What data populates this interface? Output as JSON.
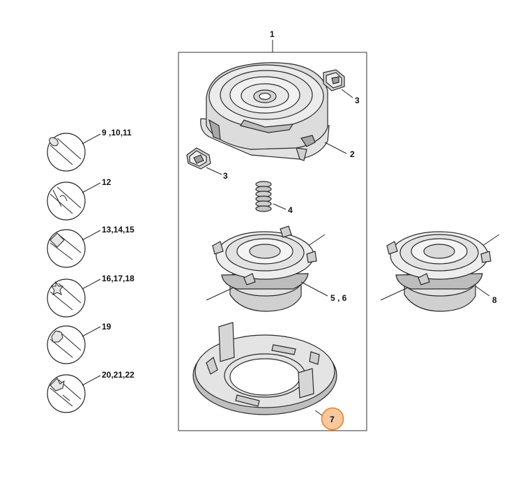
{
  "labels": {
    "assembly": "1",
    "housing": "2",
    "cap_top": "3",
    "cap_left": "3",
    "spring": "4",
    "spool": "5 , 6",
    "spool_alt": "8",
    "cover": "7",
    "line_round": "9 ,10,11",
    "line_twisted": "12",
    "line_square": "13,14,15",
    "line_star": "16,17,18",
    "line_serrated": "19",
    "line_sawtooth": "20,21,22"
  },
  "colors": {
    "highlight_fill": "#f8c9a0",
    "highlight_stroke": "#ec8a36",
    "line": "#222222",
    "part_light": "#f2f2f2",
    "part_mid": "#d9d9d9",
    "part_dark": "#9c9c9c"
  }
}
